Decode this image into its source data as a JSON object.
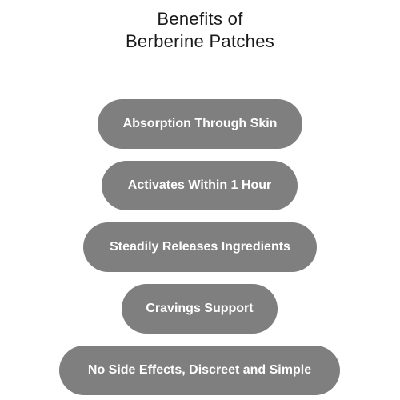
{
  "title": {
    "line1": "Benefits of",
    "line2": "Berberine Patches"
  },
  "benefits": [
    {
      "label": "Absorption Through Skin"
    },
    {
      "label": "Activates Within 1 Hour"
    },
    {
      "label": "Steadily Releases Ingredients"
    },
    {
      "label": "Cravings Support"
    },
    {
      "label": "No Side Effects, Discreet and Simple"
    }
  ],
  "colors": {
    "pill_background": "#7f7f7f",
    "pill_text": "#ffffff",
    "title_text": "#1a1a1a",
    "background": "#ffffff"
  }
}
